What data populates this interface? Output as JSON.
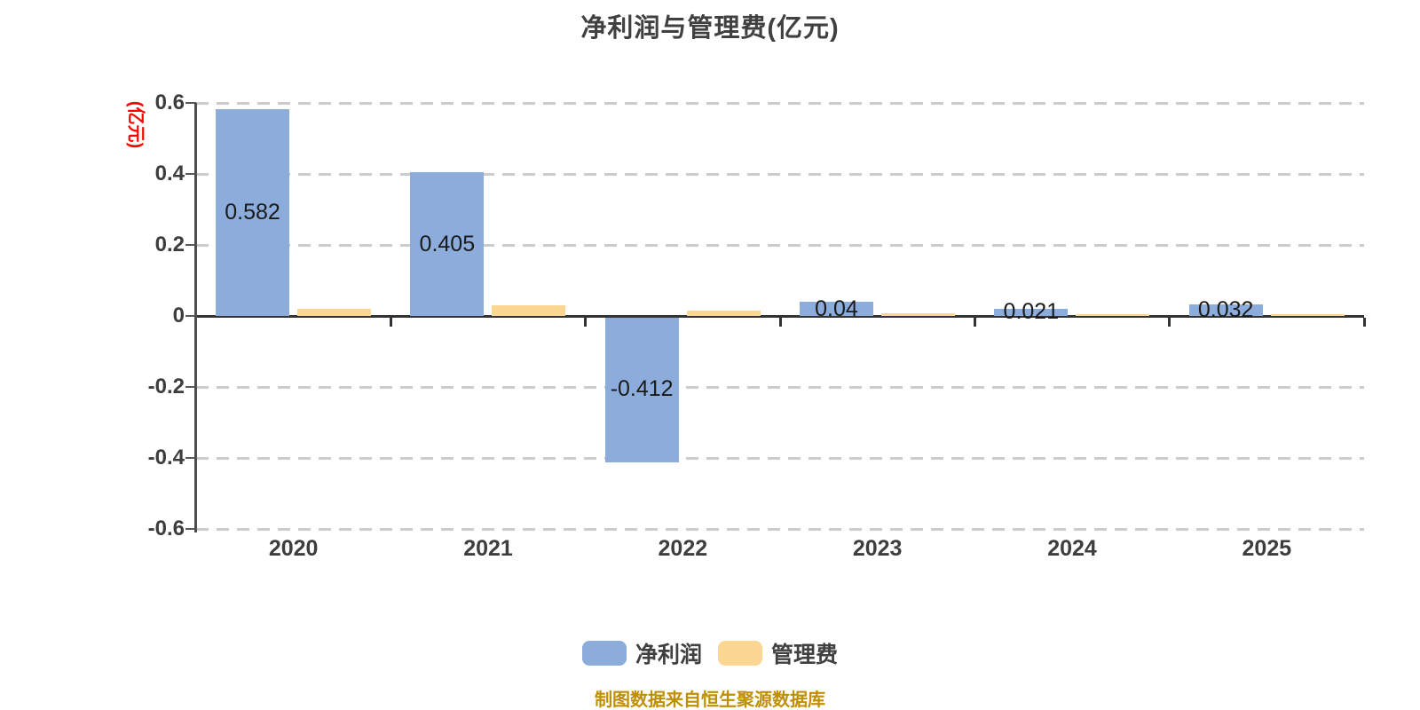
{
  "chart_data": {
    "type": "bar",
    "title": "净利润与管理费(亿元)",
    "y_unit_label": "(亿元)",
    "categories": [
      "2020",
      "2021",
      "2022",
      "2023",
      "2024",
      "2025"
    ],
    "series": [
      {
        "name": "净利润",
        "color": "#8cacdb",
        "values": [
          0.582,
          0.405,
          -0.412,
          0.04,
          0.021,
          0.032
        ],
        "labels": [
          "0.582",
          "0.405",
          "-0.412",
          "0.04",
          "0.021",
          "0.032"
        ]
      },
      {
        "name": "管理费",
        "color": "#fcd794",
        "values": [
          0.02,
          0.03,
          0.015,
          0.008,
          0.006,
          0.005
        ],
        "labels": [
          "",
          "",
          "",
          "",
          "",
          ""
        ]
      }
    ],
    "ylim": [
      -0.6,
      0.6
    ],
    "ytick_step": 0.2,
    "yticks": [
      "0.6",
      "0.4",
      "0.2",
      "0",
      "-0.2",
      "-0.4",
      "-0.6"
    ],
    "grid": "horizontal dashed",
    "legend_position": "bottom"
  },
  "colors": {
    "grid": "#cccccc",
    "zero_axis": "#333333",
    "vertical_axis": "#4d4d4d",
    "tick": "#595959",
    "y_unit": "#ff0000",
    "source_note": "#bf8f00"
  },
  "footer": {
    "source_note": "制图数据来自恒生聚源数据库"
  }
}
